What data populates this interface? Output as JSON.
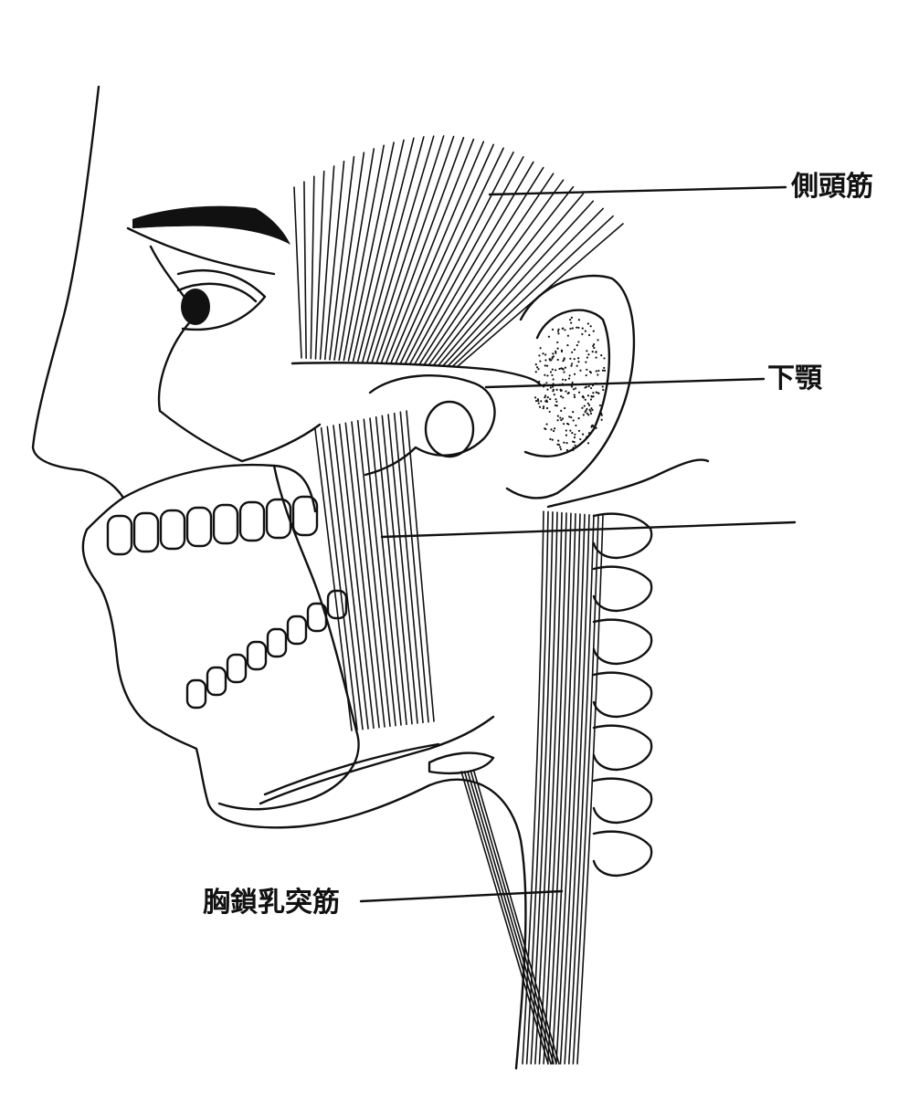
{
  "labels": {
    "temporalis": "側頭筋",
    "jaw": "下顎",
    "sternocleidomastoid": "胸鎖乳突筋"
  },
  "colors": {
    "ink": "#111111",
    "background": "#ffffff"
  }
}
